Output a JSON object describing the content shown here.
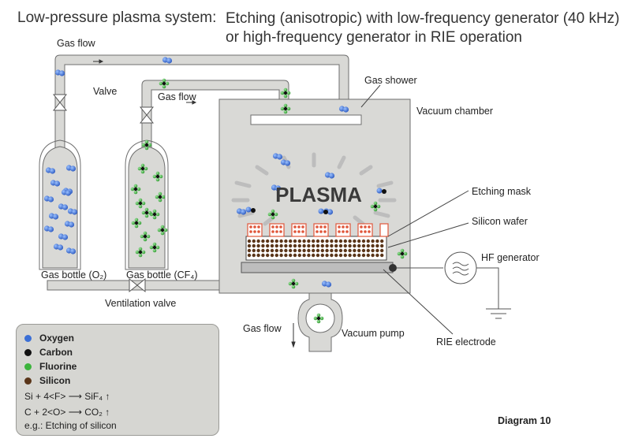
{
  "title": {
    "left": "Low-pressure plasma system:",
    "right_line1": "Etching (anisotropic) with low-frequency generator (40 kHz)",
    "right_line2": "or high-frequency generator in RIE operation"
  },
  "labels": {
    "gas_flow_top": "Gas flow",
    "valve": "Valve",
    "gas_flow_mid": "Gas flow",
    "gas_shower": "Gas shower",
    "vacuum_chamber": "Vacuum chamber",
    "plasma": "PLASMA",
    "etching_mask": "Etching mask",
    "silicon_wafer": "Silicon wafer",
    "hf_generator": "HF generator",
    "gas_bottle_o2": "Gas bottle (O₂)",
    "gas_bottle_cf4": "Gas bottle (CF₄)",
    "ventilation_valve": "Ventilation valve",
    "gas_flow_bottom": "Gas flow",
    "vacuum_pump": "Vacuum pump",
    "rie_electrode": "RIE electrode"
  },
  "legend": {
    "items": [
      {
        "label": "Oxygen",
        "color": "#3b6fd6"
      },
      {
        "label": "Carbon",
        "color": "#111111"
      },
      {
        "label": "Fluorine",
        "color": "#3cb43c"
      },
      {
        "label": "Silicon",
        "color": "#5a3519"
      }
    ],
    "equation1": "Si + 4<F> ⟶ SiF₄ ↑",
    "equation2": "C + 2<O> ⟶ CO₂ ↑",
    "note": "e.g.: Etching of silicon"
  },
  "diagram_number": "Diagram 10",
  "colors": {
    "pipe": "#d9d9d6",
    "pipe_stroke": "#6e6e6e",
    "chamber": "#d9d9d6",
    "oxygen": "#3b6fd6",
    "carbon": "#111111",
    "fluorine": "#3cb43c",
    "silicon": "#5a3519",
    "mask": "#e0563a"
  }
}
